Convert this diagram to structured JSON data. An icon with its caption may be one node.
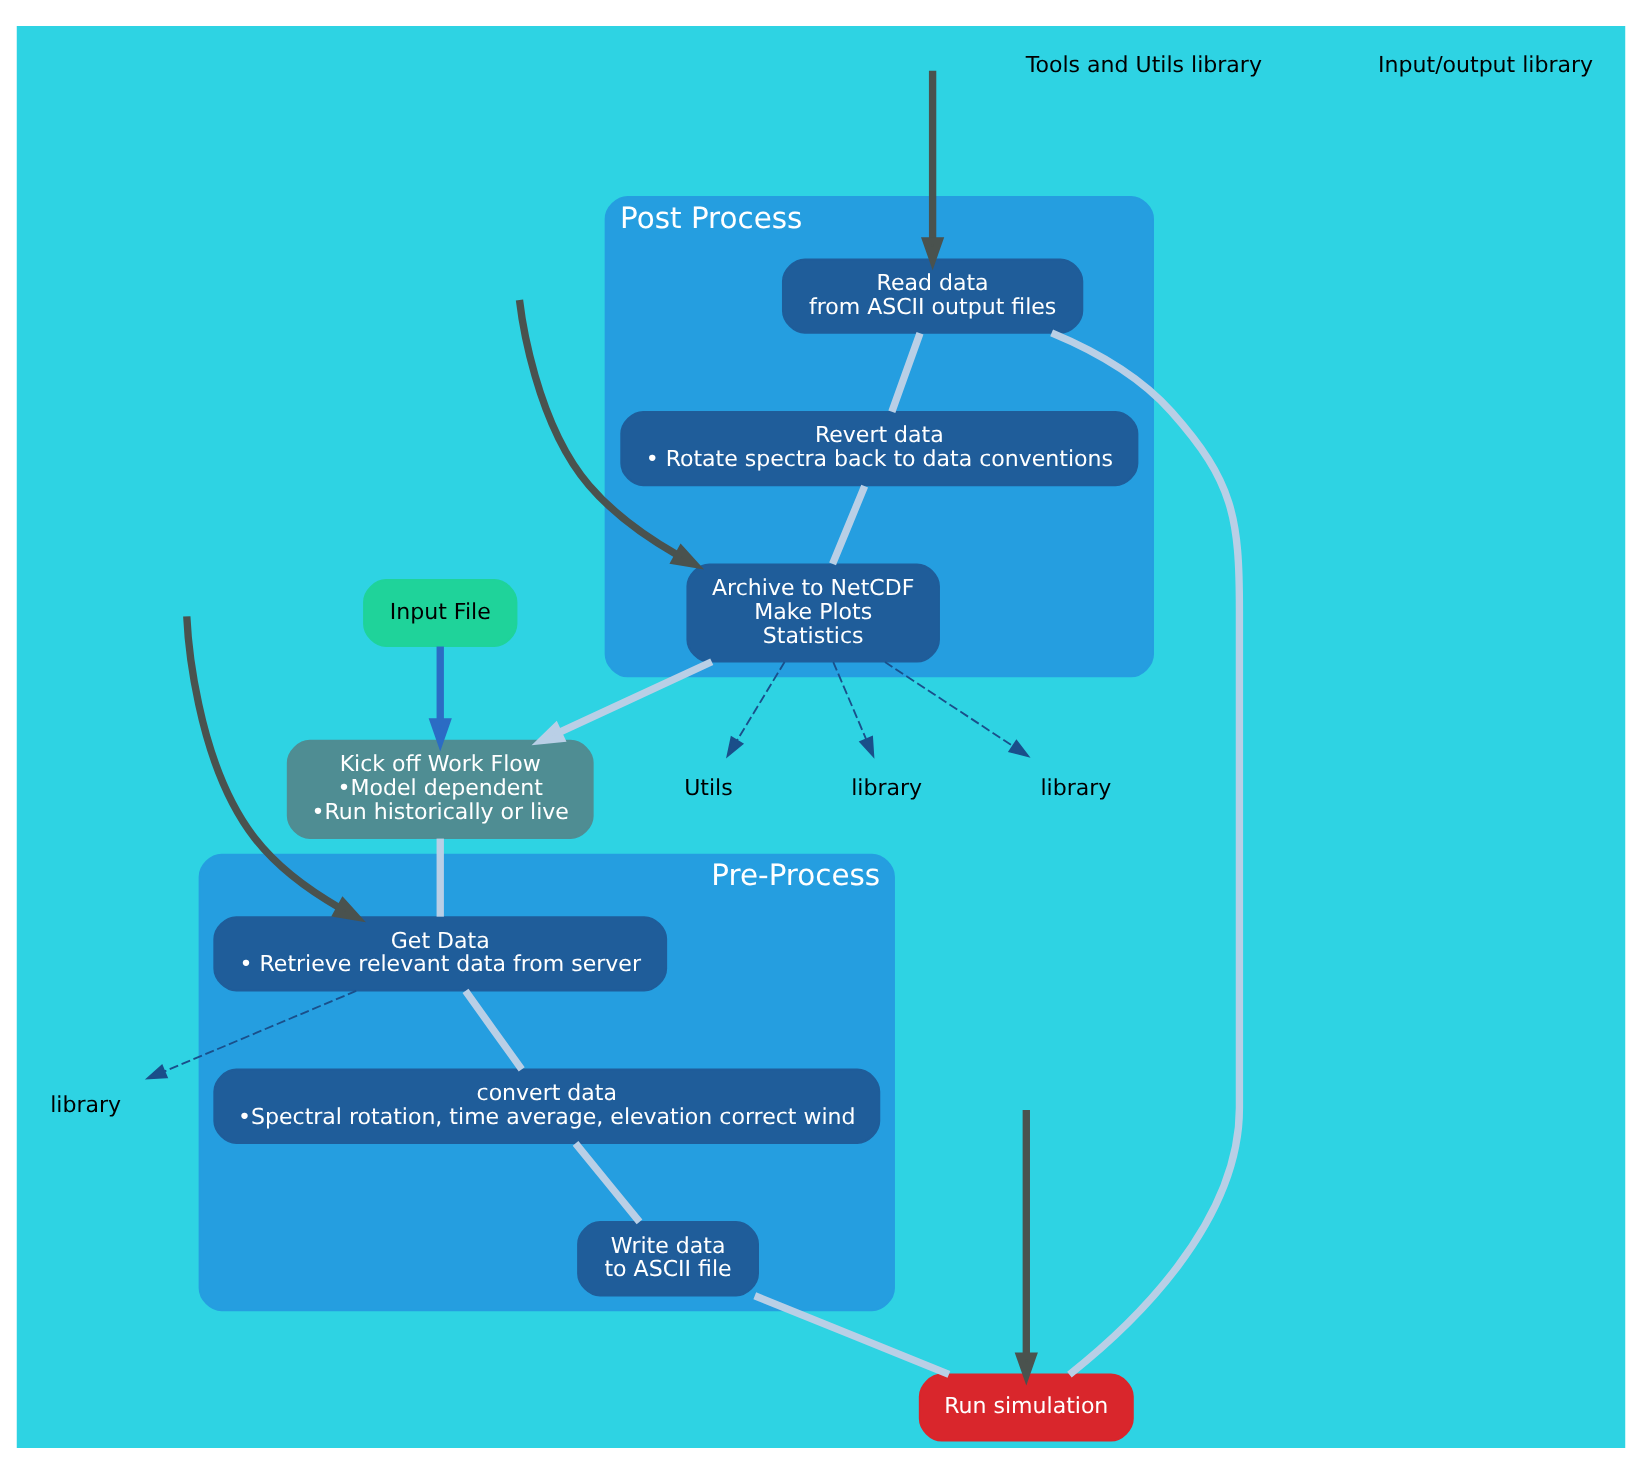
{
  "diagram": {
    "nodes": [
      {
        "text": [
          "Input File"
        ]
      },
      {
        "text": [
          "Kick off Work Flow",
          "•Model dependent",
          "•Run historically or live"
        ]
      },
      {
        "text": [
          "Post Process"
        ]
      },
      {
        "text": [
          "Archive to NetCDF",
          "Make Plots",
          "Statistics"
        ],
        "in": 2
      },
      {
        "text": [
          "Revert data",
          "• Rotate spectra back to data conventions"
        ],
        "in": 2
      },
      {
        "text": [
          "Read data",
          "from ASCII output files"
        ],
        "in": 2
      },
      {
        "text": [
          "Pre-Process"
        ]
      },
      {
        "text": [
          "Get Data",
          "• Retrieve relevant data from server"
        ],
        "in": 6
      },
      {
        "text": [
          "convert data",
          "•Spectral rotation, time average, elevation correct wind"
        ],
        "in": 6
      },
      {
        "text": [
          "Write data",
          "to ASCII file"
        ],
        "in": 6
      },
      {
        "text": [
          "Run simulation"
        ]
      },
      {
        "text": [
          "library"
        ]
      },
      {
        "text": [
          "library"
        ]
      },
      {
        "text": [
          "Utils"
        ]
      },
      {
        "text": [
          "library"
        ]
      }
    ],
    "edges": [
      {
        "from": 0,
        "to": 1,
        "arrow": "to",
        "color": "#2b6cc4"
      },
      {
        "from": 1,
        "to": 7,
        "arrow": "none"
      },
      {
        "from": 7,
        "to": 8,
        "arrow": "none"
      },
      {
        "from": 8,
        "to": 9,
        "arrow": "none"
      },
      {
        "from": 9,
        "to": 10,
        "arrow": "none"
      },
      {
        "from": 10,
        "to": 5,
        "arrow": "none"
      },
      {
        "from": 5,
        "to": 4,
        "arrow": "none"
      },
      {
        "from": 4,
        "to": 3,
        "arrow": "none"
      },
      {
        "from": 3,
        "to": 1,
        "arrow": "to"
      },
      {
        "from": 3,
        "to": 11,
        "arrow": "to",
        "style": "dashed",
        "color": "#1a4f8a"
      },
      {
        "from": 3,
        "to": 12,
        "arrow": "to",
        "style": "dashed",
        "color": "#1a4f8a"
      },
      {
        "from": 3,
        "to": 13,
        "arrow": "to",
        "style": "dashed",
        "color": "#1a4f8a"
      },
      {
        "from": 7,
        "to": 14,
        "arrow": "to",
        "style": "dashed",
        "color": "#1a4f8a"
      },
      {
        "from": null,
        "to": 3,
        "arrow": "to",
        "color": "#4a524e"
      },
      {
        "from": null,
        "to": 7,
        "arrow": "to",
        "color": "#4a524e"
      },
      {
        "from": null,
        "to": 5,
        "arrow": "to",
        "color": "#4a524e"
      },
      {
        "from": null,
        "to": 10,
        "arrow": "to",
        "color": "#4a524e"
      }
    ],
    "labels": [
      "Tools and Utils library",
      "Input/output library"
    ]
  }
}
